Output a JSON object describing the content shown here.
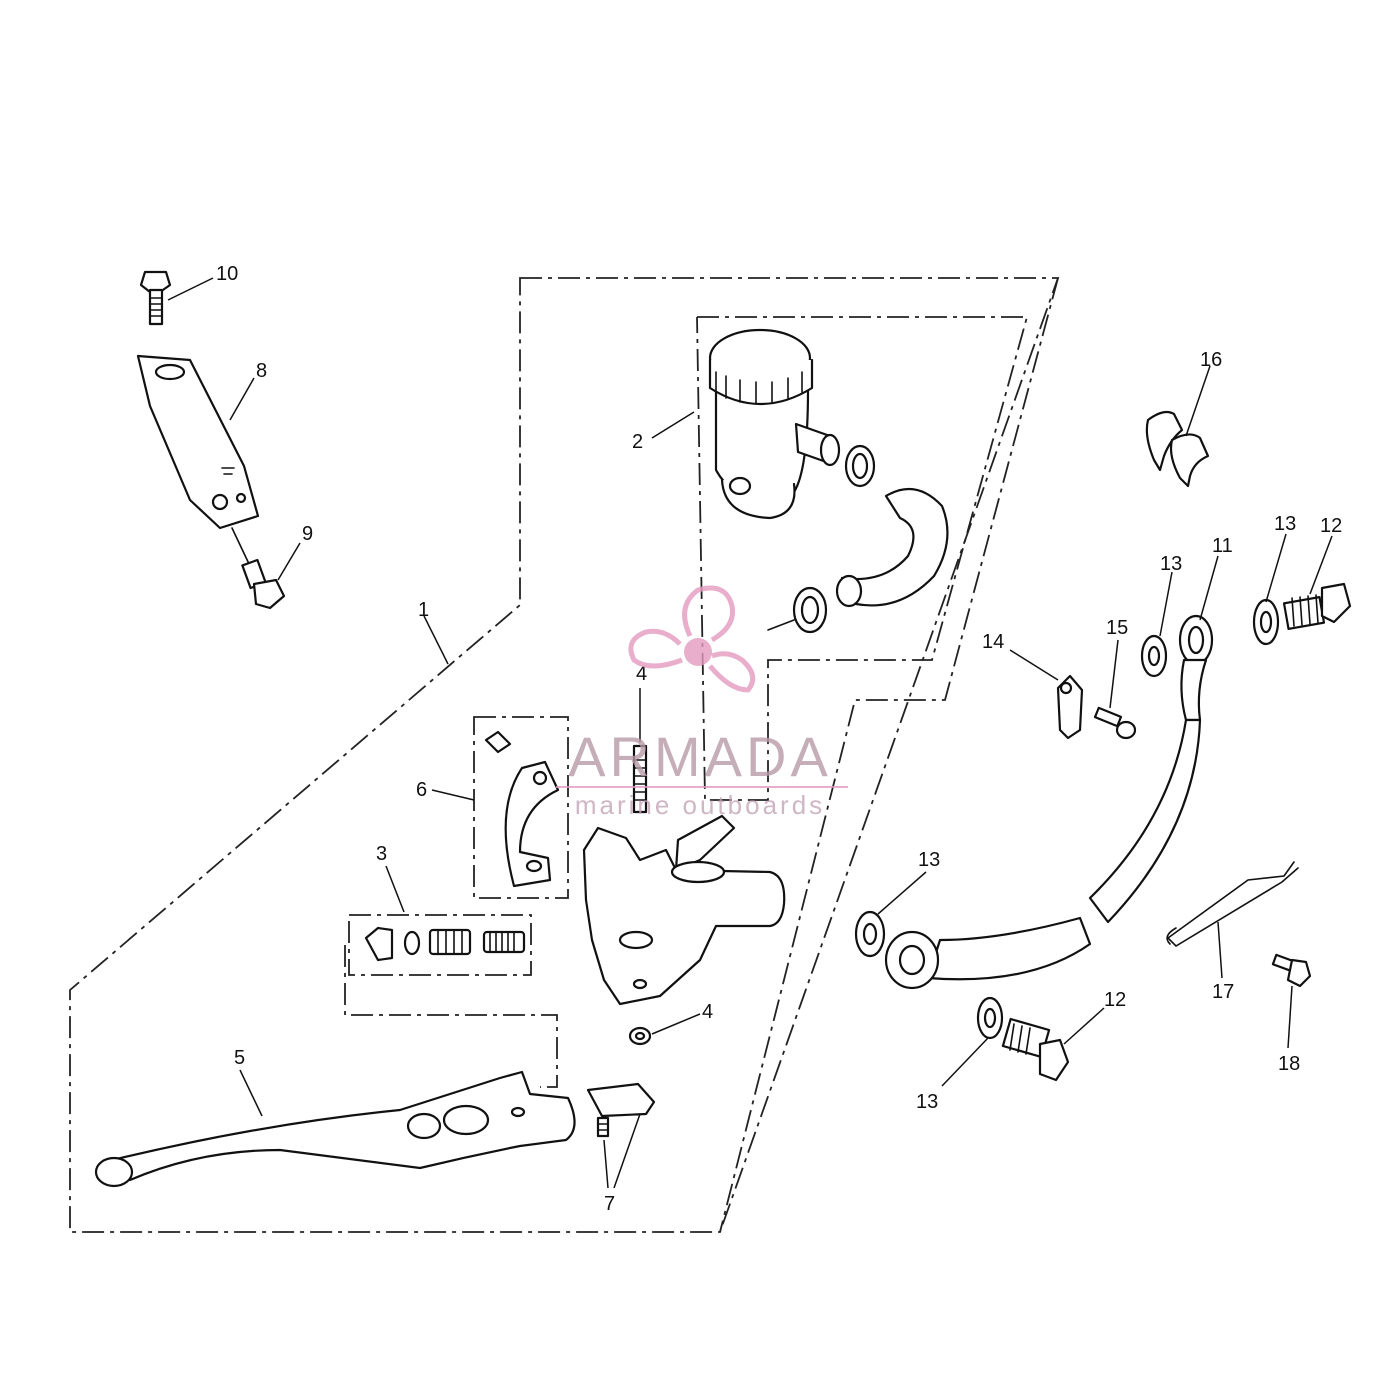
{
  "diagram": {
    "callouts": {
      "c1": "1",
      "c2": "2",
      "c3": "3",
      "c4a": "4",
      "c4b": "4",
      "c5": "5",
      "c6": "6",
      "c7": "7",
      "c8": "8",
      "c9": "9",
      "c10": "10",
      "c11": "11",
      "c12a": "12",
      "c12b": "12",
      "c13a": "13",
      "c13b": "13",
      "c13c": "13",
      "c13d": "13",
      "c14": "14",
      "c15": "15",
      "c16": "16",
      "c17": "17",
      "c18": "18"
    }
  },
  "watermark": {
    "brand": "ARMADA",
    "tagline": "marine outboards",
    "color": "#e39bc0"
  }
}
